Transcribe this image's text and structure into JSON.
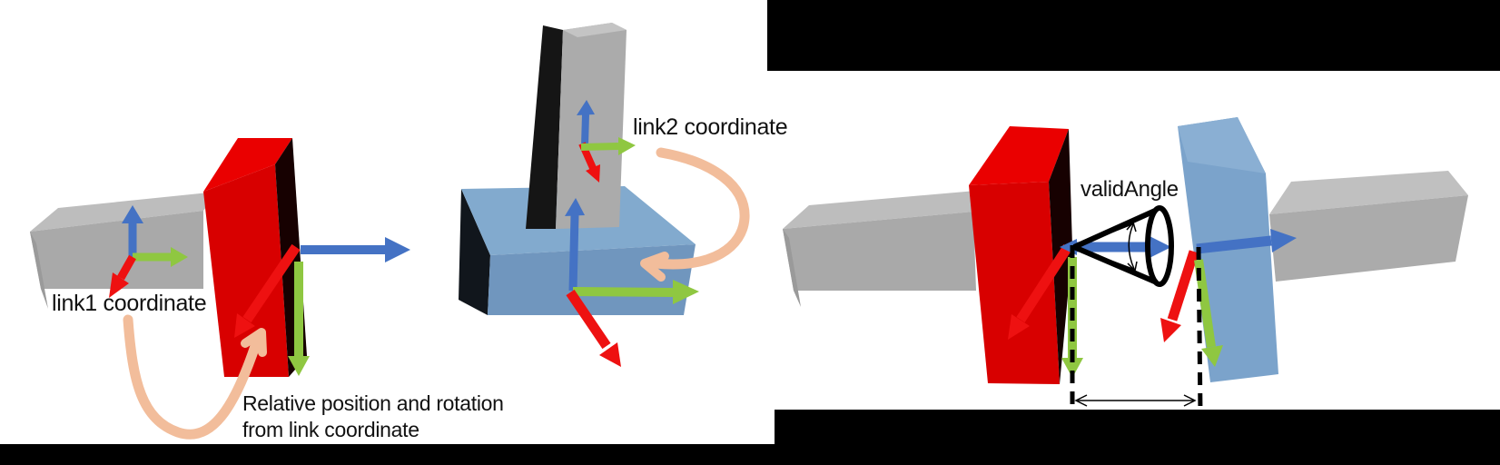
{
  "figure": {
    "background": "#ffffff",
    "panel_left": {
      "link1_label": "link1 coordinate",
      "relative_label_line1": "Relative position and rotation",
      "relative_label_line2": "from link coordinate"
    },
    "panel_middle": {
      "link2_label": "link2 coordinate"
    },
    "panel_right": {
      "valid_angle_label": "validAngle"
    },
    "colors": {
      "x_axis_red": "#ee1111",
      "y_axis_green": "#8fc741",
      "z_axis_blue": "#4472c4",
      "annotation_orange": "#f2bd9b",
      "link_block_red_front": "#d80000",
      "link_block_red_top": "#ea0000",
      "link_block_blue_front": "#7096be",
      "link_block_blue_top": "#82aace",
      "beam_gray_front": "#a9a9a9",
      "beam_gray_top": "#bdbdbd",
      "dark_side_face": "#141414",
      "mask_black": "#000000",
      "cone_outline": "#000000"
    }
  }
}
